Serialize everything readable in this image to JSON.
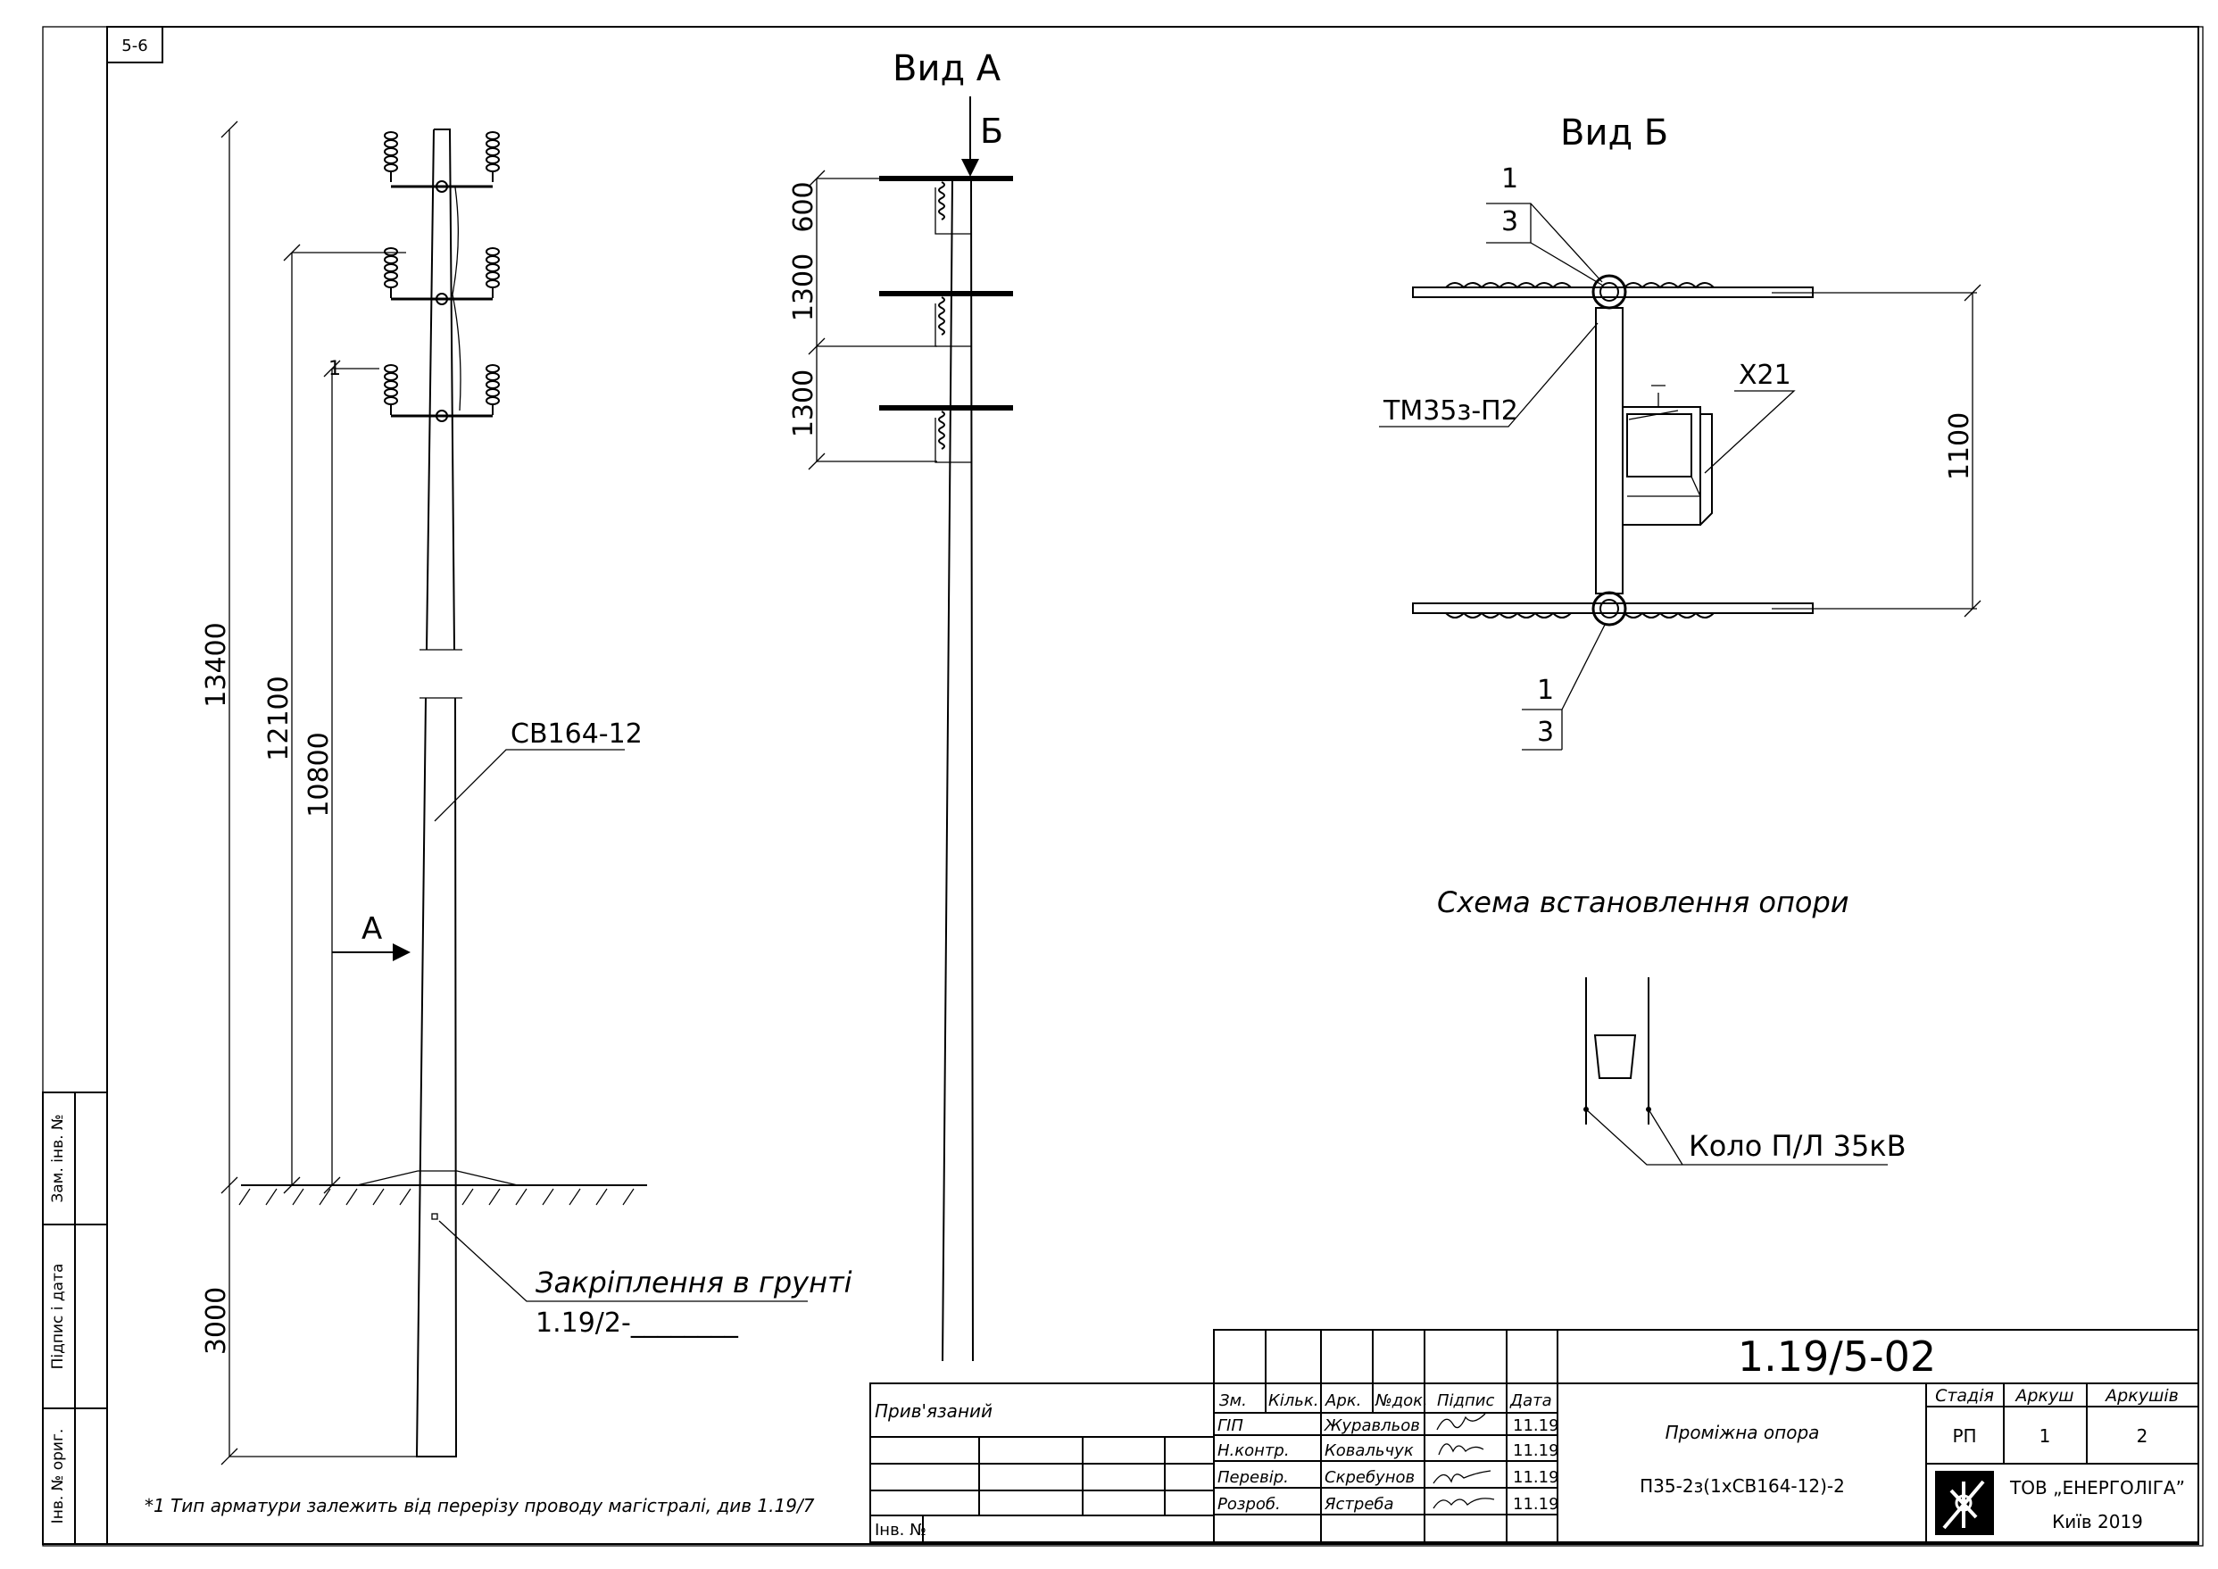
{
  "sheet": {
    "corner_tag": "5-6",
    "left_strip": {
      "replaced_inv_no": "Зам. інв. №",
      "signature_date": "Підпис і дата",
      "original_inv_no": "Інв. № ориг."
    }
  },
  "left_view": {
    "dims": {
      "total_height": "13400",
      "upper_crossarm_height": "12100",
      "lower_crossarm_height": "10800",
      "embedment": "3000"
    },
    "leader_pos_1": "1",
    "pole_label": "СВ164-12",
    "arrow_a_label": "А",
    "ground_fixing": {
      "label": "Закріплення в грунті",
      "ref": "1.19/2-________"
    }
  },
  "view_a": {
    "title": "Вид А",
    "arrow_b_label": "Б",
    "dims": [
      "600",
      "1300",
      "1300"
    ]
  },
  "view_b": {
    "title": "Вид Б",
    "top_callout": {
      "pos": "1",
      "qty": "3"
    },
    "bottom_callout": {
      "pos": "1",
      "qty": "3"
    },
    "crossarm_label": "ТМ35з-П2",
    "bracket_label": "Х21",
    "dim_span": "1100"
  },
  "scheme": {
    "title": "Схема встановлення опори",
    "label": "Коло П/Л 35кВ"
  },
  "footnote": "*1 Тип арматури залежить від перерізу проводу магістралі, див 1.19/7",
  "title_block": {
    "doc_code": "1.19/5-02",
    "attached_label": "Прив'язаний",
    "inv_no_label": "Інв. №",
    "columns": [
      "Зм.",
      "Кільк.",
      "Арк.",
      "№док.",
      "Підпис",
      "Дата"
    ],
    "rows": [
      {
        "role": "ГІП",
        "name": "Журавльов",
        "date": "11.19"
      },
      {
        "role": "Н.контр.",
        "name": "Ковальчук",
        "date": "11.19"
      },
      {
        "role": "Перевір.",
        "name": "Скребунов",
        "date": "11.19"
      },
      {
        "role": "Розроб.",
        "name": "Ястреба",
        "date": "11.19"
      }
    ],
    "item_title": "Проміжна опора",
    "item_code": "П35-2з(1хСВ164-12)-2",
    "stage_header": "Стадія",
    "sheet_header": "Аркуш",
    "sheets_header": "Аркушів",
    "stage": "РП",
    "sheet": "1",
    "sheets": "2",
    "company": "ТОВ „ЕНЕРГОЛІГА”",
    "city_year": "Київ 2019"
  }
}
